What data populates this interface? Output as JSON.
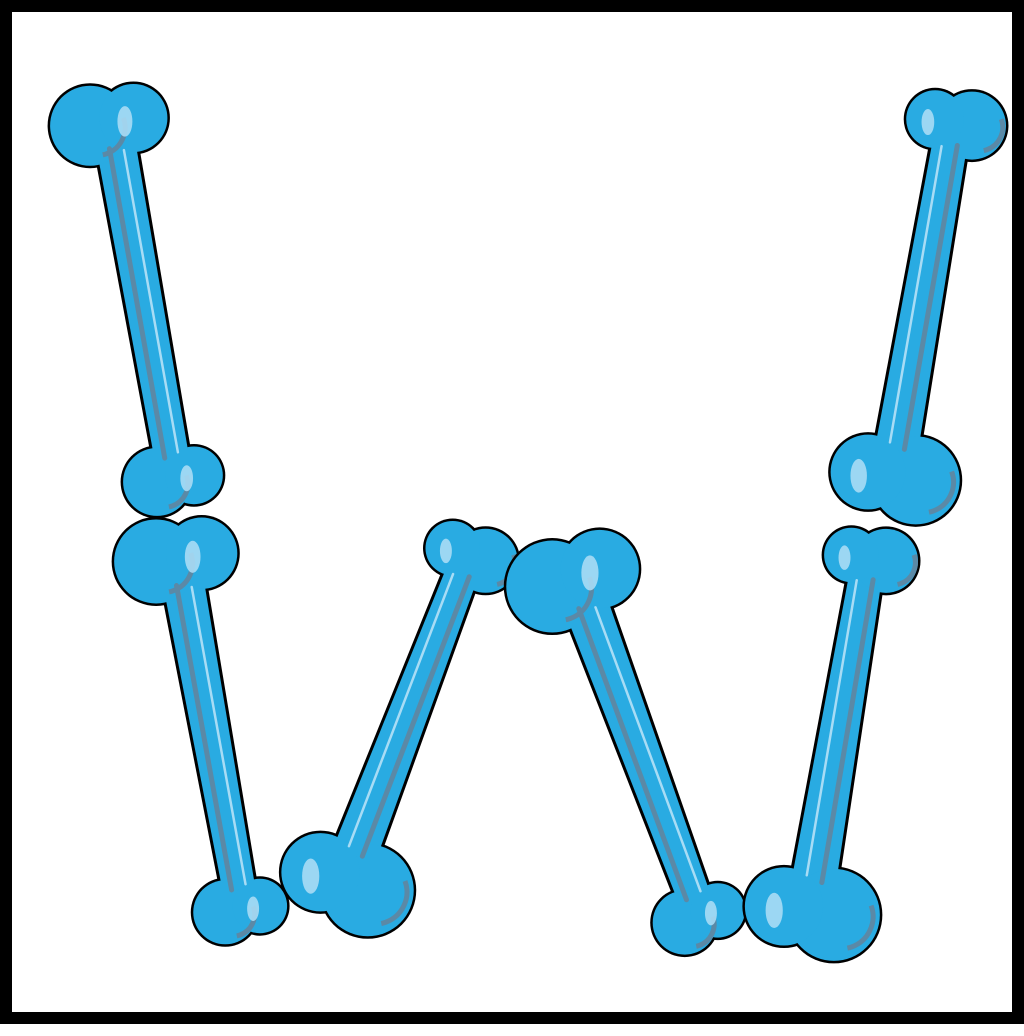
{
  "letter": {
    "glyph": "W",
    "bone_count": 6,
    "bone_style": "cartoon-bone"
  },
  "colors": {
    "frame": "#000000",
    "background": "#ffffff",
    "bone_fill": "#29abe2",
    "bone_shadow": "#5b89a6",
    "bone_highlight": "#a8dcf5",
    "outline": "#000000"
  }
}
